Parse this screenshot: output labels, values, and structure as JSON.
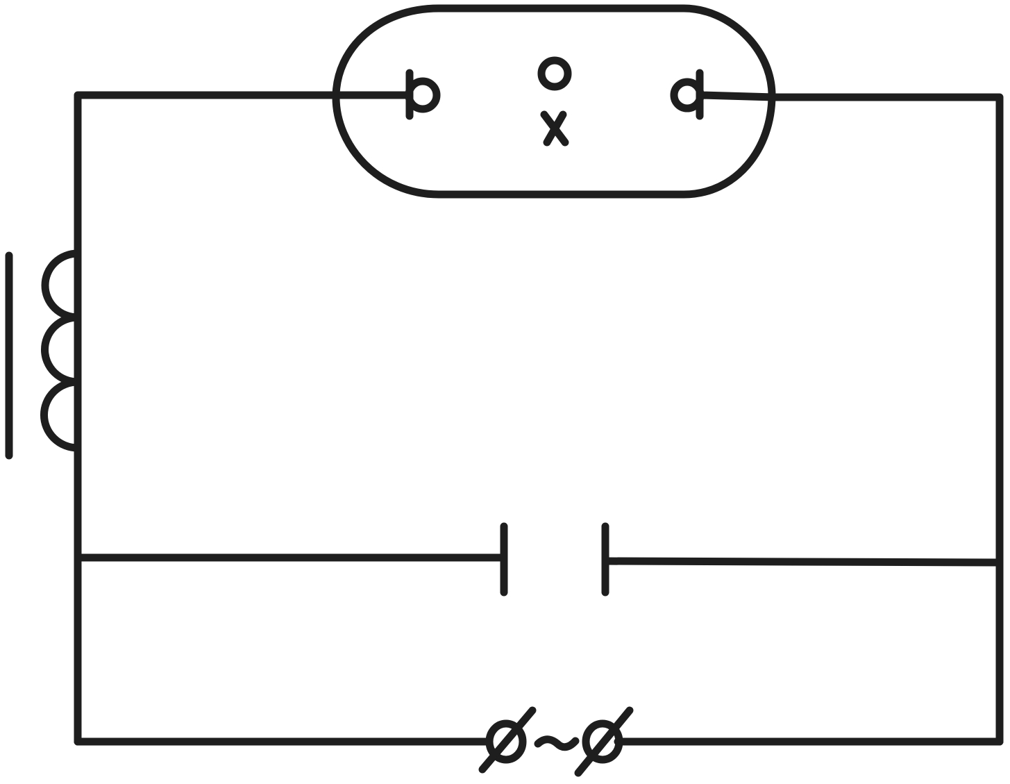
{
  "diagram": {
    "type": "circuit-schematic",
    "colors": {
      "background": "#ffffff",
      "line": "#1e1e1e"
    },
    "components": [
      {
        "id": "tube",
        "symbol": "gas-discharge-tube",
        "icon": "discharge-tube-icon"
      },
      {
        "id": "left-electrode",
        "symbol": "electrode",
        "icon": "electrode-icon"
      },
      {
        "id": "right-electrode",
        "symbol": "electrode",
        "icon": "electrode-icon"
      },
      {
        "id": "inner-ring",
        "symbol": "ring",
        "icon": "ring-icon"
      },
      {
        "id": "inner-cross",
        "symbol": "cross",
        "icon": "cross-icon"
      },
      {
        "id": "inductor",
        "symbol": "inductor-with-iron-core",
        "turns": 3,
        "icon": "inductor-icon"
      },
      {
        "id": "capacitor",
        "symbol": "capacitor",
        "icon": "capacitor-icon"
      },
      {
        "id": "ac-source",
        "symbol": "ac-terminals",
        "icon": "ac-source-icon"
      }
    ]
  }
}
